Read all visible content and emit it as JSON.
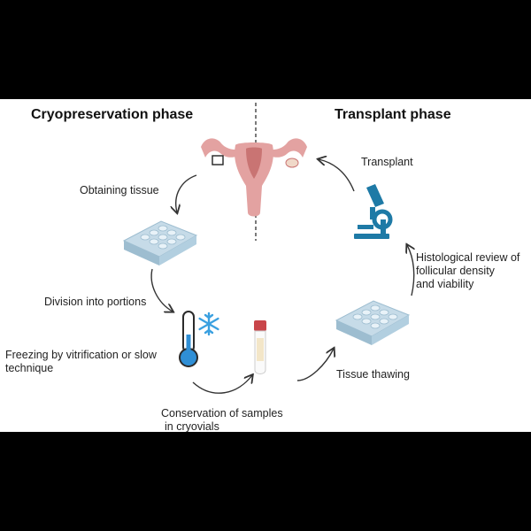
{
  "headings": {
    "left": "Cryopreservation phase",
    "right": "Transplant phase"
  },
  "steps": {
    "obtaining": "Obtaining tissue",
    "division": "Division into portions",
    "freezing": [
      "Freezing by vitrification or slow",
      "technique"
    ],
    "conservation": [
      "Conservation of samples",
      "in cryovials"
    ],
    "thawing": "Tissue thawing",
    "histology": [
      "Histological review of",
      "follicular density",
      "and viability"
    ],
    "transplant": "Transplant"
  },
  "colors": {
    "uterus": "#e3a2a1",
    "uterus_dark": "#c97473",
    "plate": "#c6dbe8",
    "plate_dark": "#9dbdd0",
    "microscope": "#1e7aa6",
    "thermometer": "#2f8fd6",
    "snowflake": "#3aa0e0",
    "vial_cap": "#c9454a"
  },
  "icons": [
    "uterus-icon",
    "well-plate-icon",
    "thermometer-icon",
    "snowflake-icon",
    "cryovial-icon",
    "microscope-icon"
  ]
}
